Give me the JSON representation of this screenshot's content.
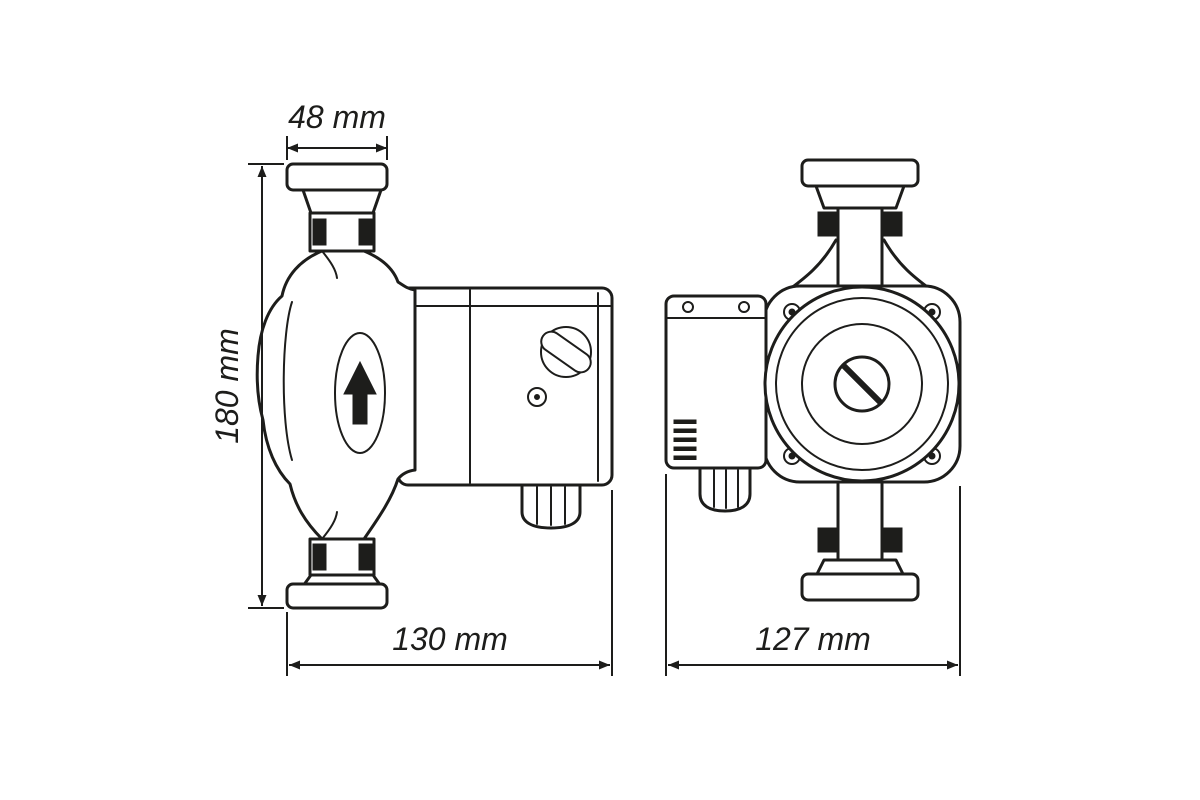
{
  "colors": {
    "background": "#ffffff",
    "line": "#1d1d1b"
  },
  "dimensions": {
    "top_width": "48 mm",
    "height": "180 mm",
    "side_width": "130 mm",
    "front_width": "127 mm"
  },
  "icons": {
    "flow_direction": "arrow-up-icon",
    "screw_slot": "slotted-screw-icon"
  }
}
